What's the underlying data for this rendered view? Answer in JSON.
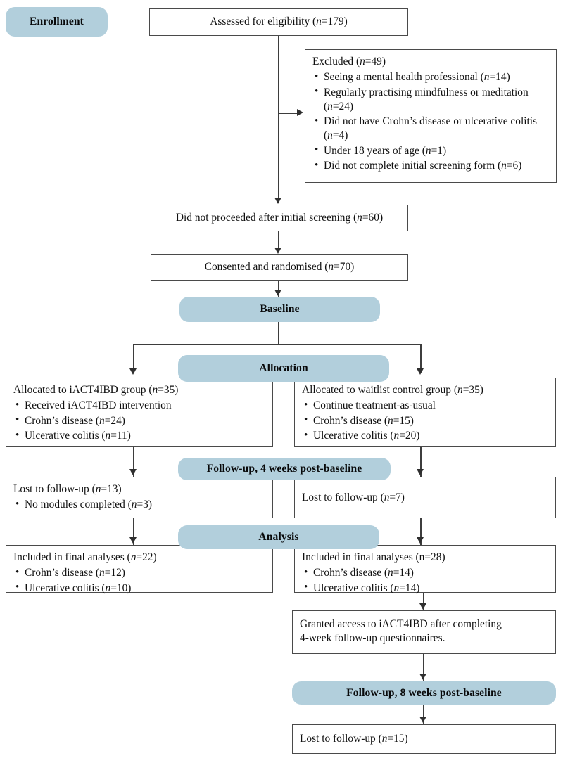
{
  "diagram": {
    "title": "CONSORT participant flow diagram",
    "accent_color": "#b2cfdc",
    "box_border_color": "#4a4a4a",
    "connector_color": "#3d3d3d"
  },
  "stage_labels": {
    "enrollment": "Enrollment",
    "baseline": "Baseline",
    "allocation": "Allocation",
    "followup_4w": "Follow-up, 4 weeks post-baseline",
    "analysis": "Analysis",
    "followup_8w": "Follow-up, 8 weeks post-baseline"
  },
  "nodes": {
    "assessed": {
      "text": "Assessed for eligibility (n=179)",
      "lead": "Assessed for eligibility (",
      "n_italic": "n",
      "tail": "=179)"
    },
    "excluded": {
      "lead": "Excluded (",
      "n_italic": "n",
      "tail": "=49)",
      "items": [
        {
          "text": "Seeing a mental health professional (",
          "n": "n",
          "tail": "=14)"
        },
        {
          "text": "Regularly practising mindfulness or meditation (",
          "n": "n",
          "tail": "=24)"
        },
        {
          "text": "Did not have Crohn’s disease or ulcerative colitis (",
          "n": "n",
          "tail": "=4)"
        },
        {
          "text": "Under 18 years of age (",
          "n": "n",
          "tail": "=1)"
        },
        {
          "text": "Did not complete initial screening form (",
          "n": "n",
          "tail": "=6)"
        }
      ]
    },
    "not_proceeded": {
      "lead": "Did not proceeded after initial screening (",
      "n_italic": "n",
      "tail": "=60)"
    },
    "randomised": {
      "lead": "Consented and randomised (",
      "n_italic": "n",
      "tail": "=70)"
    },
    "alloc_left": {
      "lead": "Allocated to iACT4IBD group (",
      "n_italic": "n",
      "tail": "=35)",
      "items": [
        {
          "text": "Received iACT4IBD intervention",
          "n": "",
          "tail": ""
        },
        {
          "text": "Crohn’s disease (",
          "n": "n",
          "tail": "=24)"
        },
        {
          "text": "Ulcerative colitis (",
          "n": "n",
          "tail": "=11)"
        }
      ]
    },
    "alloc_right": {
      "lead": "Allocated to waitlist control group (",
      "n_italic": "n",
      "tail": "=35)",
      "items": [
        {
          "text": "Continue treatment-as-usual",
          "n": "",
          "tail": ""
        },
        {
          "text": "Crohn’s disease (",
          "n": "n",
          "tail": "=15)"
        },
        {
          "text": "Ulcerative colitis (",
          "n": "n",
          "tail": "=20)"
        }
      ]
    },
    "lost_left_4w": {
      "lead": "Lost to follow-up  (",
      "n_italic": "n",
      "tail": "=13)",
      "items": [
        {
          "text": "No modules completed (",
          "n": "n",
          "tail": "=3)"
        }
      ]
    },
    "lost_right_4w": {
      "lead": "Lost to follow-up (",
      "n_italic": "n",
      "tail": "=7)"
    },
    "analysis_left": {
      "lead": "Included in final analyses (",
      "n_italic": "n",
      "tail": "=22)",
      "items": [
        {
          "text": "Crohn’s disease (",
          "n": "n",
          "tail": "=12)"
        },
        {
          "text": "Ulcerative colitis (",
          "n": "n",
          "tail": "=10)"
        }
      ]
    },
    "analysis_right": {
      "lead": "Included in final analyses (n=28)",
      "n_italic": "",
      "tail": "",
      "items": [
        {
          "text": "Crohn’s disease (",
          "n": "n",
          "tail": "=14)"
        },
        {
          "text": "Ulcerative colitis (",
          "n": "n",
          "tail": "=14)"
        }
      ]
    },
    "granted_access": {
      "line1": "Granted access to iACT4IBD after completing",
      "line2": "4-week follow-up questionnaires."
    },
    "lost_right_8w": {
      "lead": "Lost to follow-up (",
      "n_italic": "n",
      "tail": "=15)"
    }
  }
}
